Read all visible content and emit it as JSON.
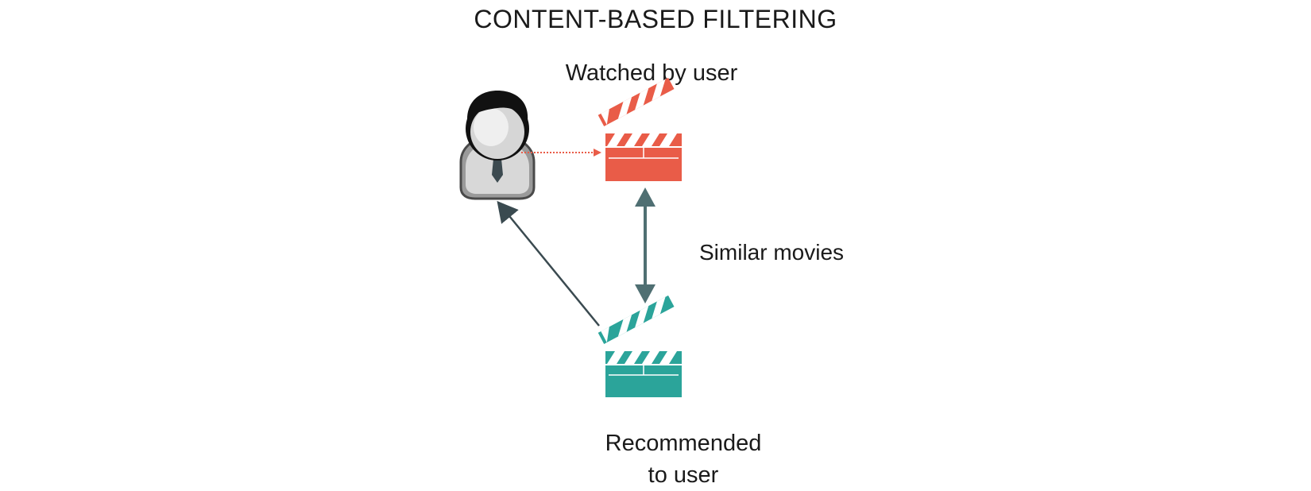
{
  "title": "CONTENT-BASED FILTERING",
  "labels": {
    "watched": "Watched by user",
    "similar": "Similar movies",
    "recommended_line1": "Recommended",
    "recommended_line2": "to user"
  },
  "nodes": {
    "user": {
      "icon": "user-avatar-icon"
    },
    "watched_movie": {
      "icon": "clapperboard-icon",
      "color": "#E95C48"
    },
    "recommended_movie": {
      "icon": "clapperboard-icon",
      "color": "#2BA49A"
    }
  },
  "edges": [
    {
      "from": "user",
      "to": "watched_movie",
      "style": "dotted",
      "color": "#E95C48"
    },
    {
      "from": "watched_movie",
      "to": "recommended_movie",
      "style": "double-arrow",
      "color": "#4F6F72"
    },
    {
      "from": "recommended_movie",
      "to": "user",
      "style": "solid",
      "color": "#3A4A50"
    }
  ]
}
